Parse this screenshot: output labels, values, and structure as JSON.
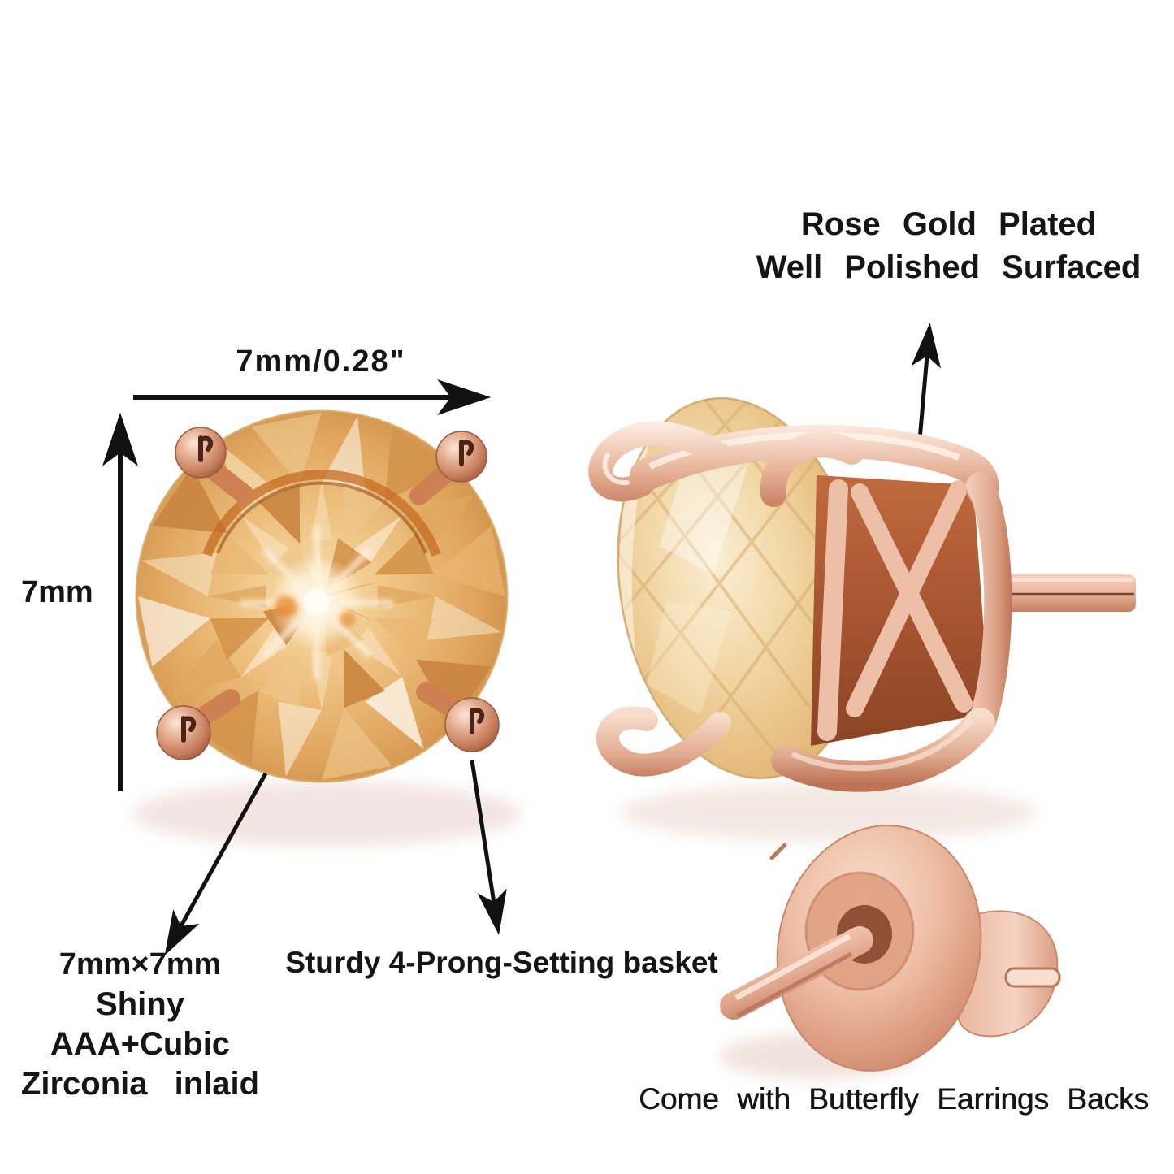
{
  "annotations": {
    "plating": {
      "line1": "Rose Gold Plated",
      "line2": "Well Polished Surfaced"
    },
    "width_label": "7mm/0.28\"",
    "height_label": "7mm",
    "stone": {
      "line1": "7mm×7mm",
      "line2": "Shiny AAA+Cubic",
      "line3": "Zirconia inlaid"
    },
    "basket_label": "Sturdy 4-Prong-Setting basket",
    "backs_label": "Come with Butterfly Earrings Backs"
  },
  "colors": {
    "background": "#ffffff",
    "text": "#151515",
    "arrow": "#111111",
    "champagne_stone": "#eec285",
    "champagne_light": "#f9ecd0",
    "rose_gold": "#e3ae98",
    "rose_gold_deep": "#c67f63",
    "copper_interior": "#b96a42"
  }
}
